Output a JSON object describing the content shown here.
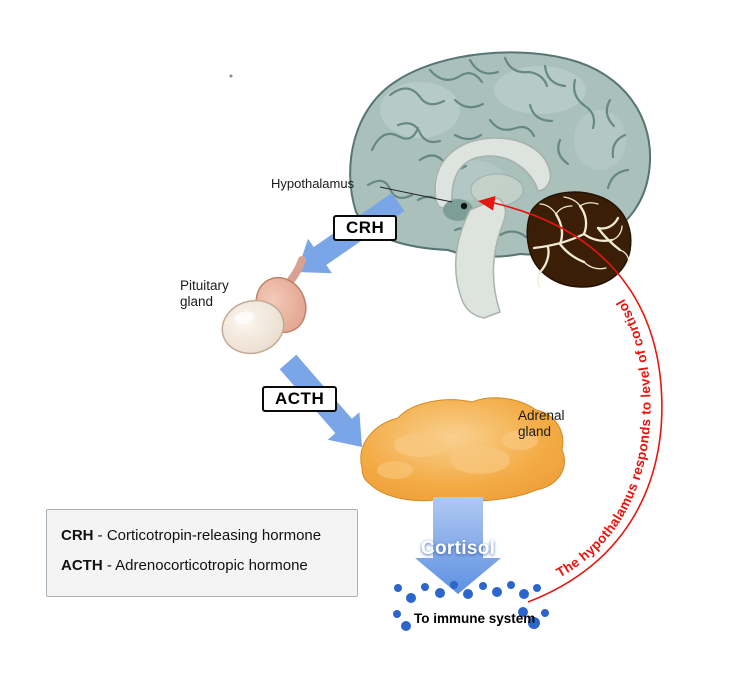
{
  "diagram": {
    "labels": {
      "hypothalamus": "Hypothalamus",
      "crh": "CRH",
      "acth": "ACTH",
      "cortisol": "Cortisol",
      "pituitary_line1": "Pituitary",
      "pituitary_line2": "gland",
      "adrenal_line1": "Adrenal",
      "adrenal_line2": "gland",
      "immune": "To immune system",
      "feedback": "The hypothalamus responds to level of cortisol"
    },
    "legend": {
      "crh_abbr": "CRH",
      "crh_def": " - Corticotropin-releasing hormone",
      "acth_abbr": "ACTH",
      "acth_def": " - Adrenocorticotropic hormone"
    },
    "colors": {
      "arrow_blue": "#7aa6e8",
      "feedback_red": "#e8150d",
      "brain_fill": "#a9c0bb",
      "cerebellum_brown": "#3a1f06",
      "adrenal_orange": "#f2a742",
      "dot_blue": "#2a66cc"
    }
  }
}
